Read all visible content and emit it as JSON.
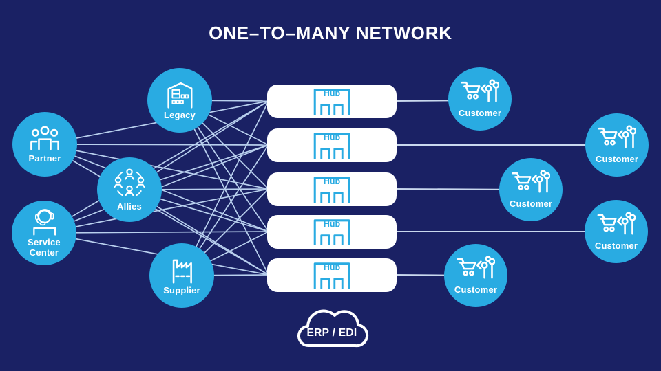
{
  "title": "ONE–TO–MANY NETWORK",
  "colors": {
    "background": "#1a2164",
    "node_blue": "#29abe2",
    "hub_background": "#ffffff",
    "hub_accent": "#29abe2",
    "connection_line": "#b9d0ee",
    "text": "#ffffff"
  },
  "left_nodes": [
    {
      "id": "partner",
      "label": "Partner",
      "icon": "people-group-icon"
    },
    {
      "id": "legacy",
      "label": "Legacy",
      "icon": "warehouse-icon"
    },
    {
      "id": "allies",
      "label": "Allies",
      "icon": "allies-network-icon"
    },
    {
      "id": "service-center",
      "label": "Service Center",
      "icon": "headset-icon"
    },
    {
      "id": "supplier",
      "label": "Supplier",
      "icon": "factory-icon"
    }
  ],
  "hubs": [
    {
      "label": "Hub"
    },
    {
      "label": "Hub"
    },
    {
      "label": "Hub"
    },
    {
      "label": "Hub"
    },
    {
      "label": "Hub"
    }
  ],
  "customers": [
    {
      "label": "Customer"
    },
    {
      "label": "Customer"
    },
    {
      "label": "Customer"
    },
    {
      "label": "Customer"
    },
    {
      "label": "Customer"
    }
  ],
  "cloud": {
    "label": "ERP / EDI"
  }
}
